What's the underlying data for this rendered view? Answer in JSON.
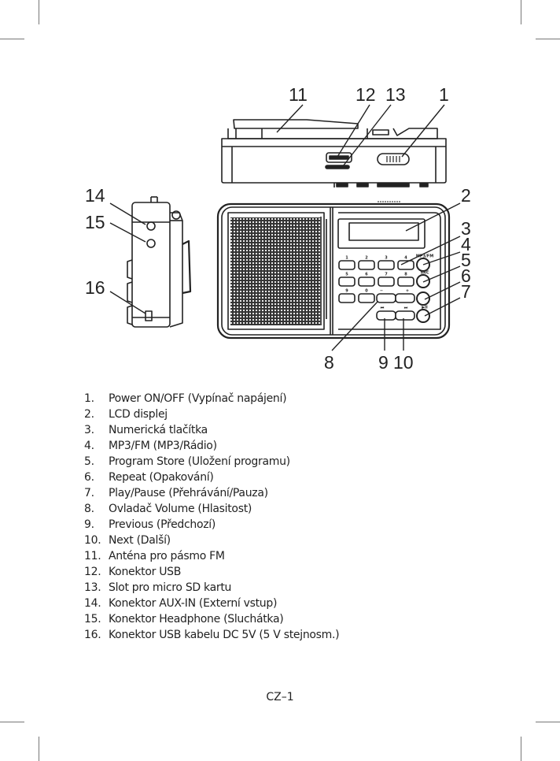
{
  "diagram": {
    "callouts": [
      "11",
      "12",
      "13",
      "1",
      "2",
      "3",
      "4",
      "5",
      "6",
      "7",
      "14",
      "15",
      "16",
      "8",
      "9",
      "10"
    ],
    "keypad": [
      "1",
      "2",
      "3",
      "4",
      "5",
      "6",
      "7",
      "8",
      "9",
      "0",
      "−",
      "+"
    ],
    "button_labels": {
      "mode": "MP3/FM",
      "store": "SRC",
      "play": "▶II",
      "prev": "⏮",
      "next": "⏭"
    }
  },
  "legend": {
    "items": [
      {
        "num": "1.",
        "text": "Power ON/OFF (Vypínač napájení)"
      },
      {
        "num": "2.",
        "text": "LCD displej"
      },
      {
        "num": "3.",
        "text": "Numerická tlačítka"
      },
      {
        "num": "4.",
        "text": "MP3/FM (MP3/Rádio)"
      },
      {
        "num": "5.",
        "text": "Program Store (Uložení programu)"
      },
      {
        "num": "6.",
        "text": "Repeat (Opakování)"
      },
      {
        "num": "7.",
        "text": "Play/Pause (Přehrávání/Pauza)"
      },
      {
        "num": "8.",
        "text": "Ovladač Volume (Hlasitost)"
      },
      {
        "num": "9.",
        "text": "Previous (Předchozí)"
      },
      {
        "num": "10.",
        "text": "Next (Další)"
      },
      {
        "num": "11.",
        "text": "Anténa pro pásmo FM"
      },
      {
        "num": "12.",
        "text": "Konektor USB"
      },
      {
        "num": "13.",
        "text": "Slot pro micro SD kartu"
      },
      {
        "num": "14.",
        "text": "Konektor AUX-IN (Externí vstup)"
      },
      {
        "num": "15.",
        "text": "Konektor Headphone (Sluchátka)"
      },
      {
        "num": "16.",
        "text": "Konektor USB kabelu DC 5V (5 V stejnosm.)"
      }
    ]
  },
  "footer": {
    "page_number": "CZ–1"
  }
}
